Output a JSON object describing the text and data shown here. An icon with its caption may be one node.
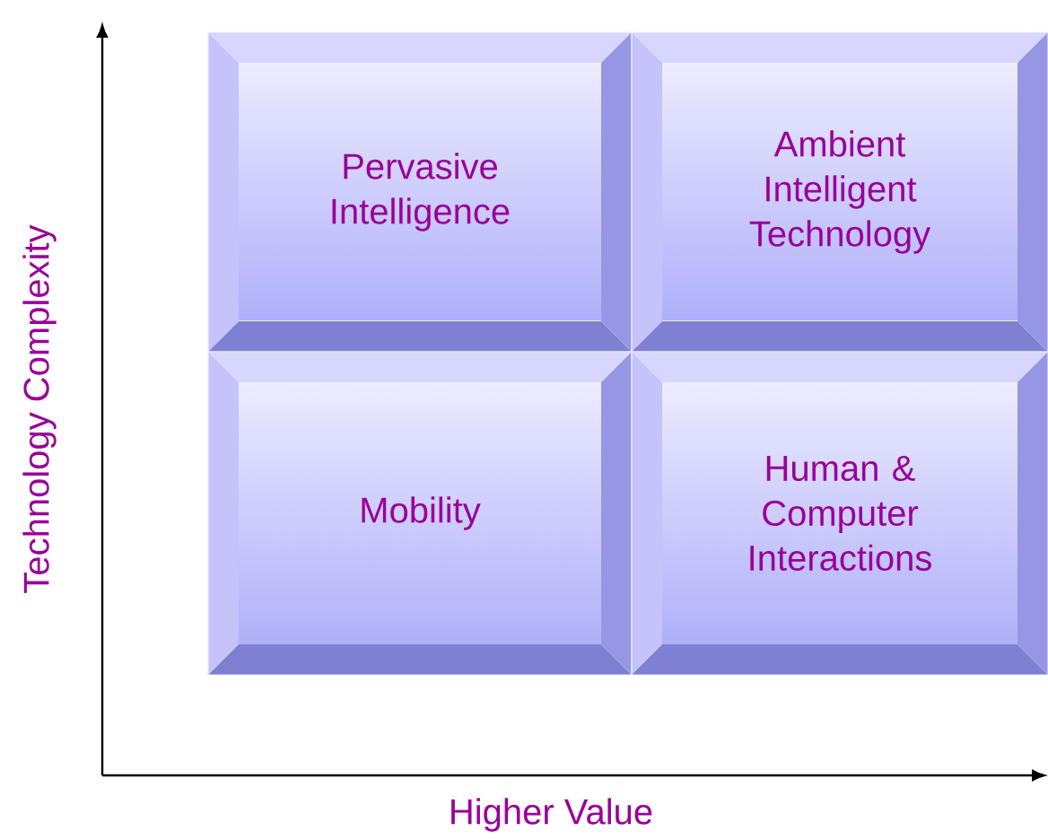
{
  "diagram": {
    "nodes": [
      {
        "text": [
          "Pervasive Intelligence"
        ]
      },
      {
        "text": [
          "Ambient Intelligent Technology"
        ]
      },
      {
        "text": [
          "Mobility"
        ]
      },
      {
        "text": [
          "Human & Computer Interactions"
        ]
      }
    ],
    "labels": [
      "Technology Complexity",
      "Higher Value"
    ]
  }
}
